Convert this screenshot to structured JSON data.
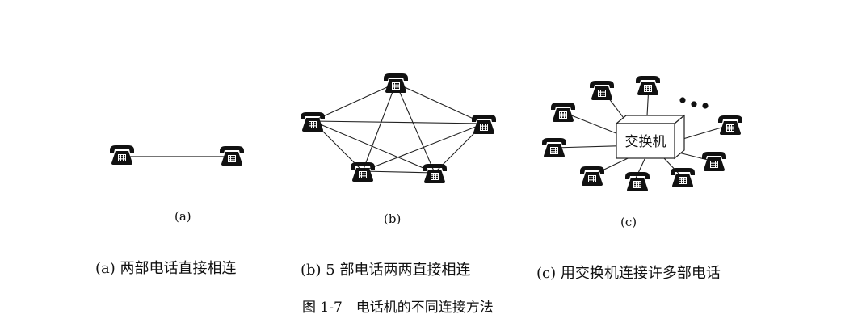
{
  "panels": [
    {
      "id": "a",
      "sub_label": "(a)",
      "caption": "(a) 两部电话直接相连"
    },
    {
      "id": "b",
      "sub_label": "(b)",
      "caption": "(b) 5 部电话两两直接相连"
    },
    {
      "id": "c",
      "sub_label": "(c)",
      "caption": "(c) 用交换机连接许多部电话",
      "switch_label": "交换机"
    }
  ],
  "figure_caption": "图 1-7　电话机的不同连接方法",
  "icons": {
    "phone": "telephone-icon",
    "switch": "switch-box"
  }
}
